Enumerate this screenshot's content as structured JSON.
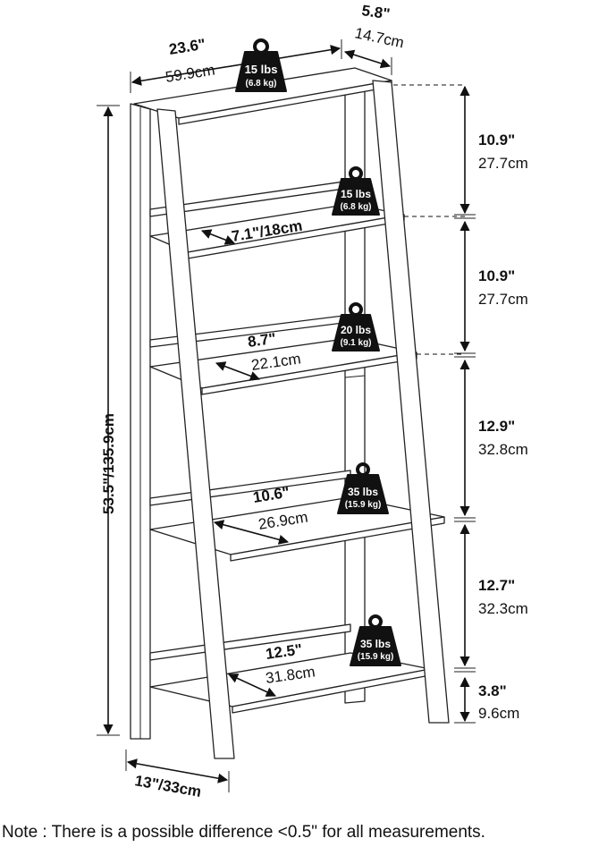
{
  "dimensions": {
    "top_width_in": "23.6\"",
    "top_width_cm": "59.9cm",
    "top_depth_in": "5.8\"",
    "top_depth_cm": "14.7cm",
    "total_height": "53.5\"/135.9cm",
    "base_depth": "13\"/33cm",
    "shelf_depths": [
      {
        "label": "7.1\"/18cm"
      },
      {
        "in": "8.7\"",
        "cm": "22.1cm"
      },
      {
        "in": "10.6\"",
        "cm": "26.9cm"
      },
      {
        "in": "12.5\"",
        "cm": "31.8cm"
      }
    ],
    "gaps": [
      {
        "in": "10.9\"",
        "cm": "27.7cm"
      },
      {
        "in": "10.9\"",
        "cm": "27.7cm"
      },
      {
        "in": "12.9\"",
        "cm": "32.8cm"
      },
      {
        "in": "12.7\"",
        "cm": "32.3cm"
      },
      {
        "in": "3.8\"",
        "cm": "9.6cm"
      }
    ]
  },
  "weights": [
    {
      "lbs": "15 lbs",
      "kg": "(6.8 kg)"
    },
    {
      "lbs": "15 lbs",
      "kg": "(6.8 kg)"
    },
    {
      "lbs": "20 lbs",
      "kg": "(9.1 kg)"
    },
    {
      "lbs": "35 lbs",
      "kg": "(15.9 kg)"
    },
    {
      "lbs": "35 lbs",
      "kg": "(15.9 kg)"
    }
  ],
  "note": "Note : There is a possible difference <0.5\" for all measurements."
}
